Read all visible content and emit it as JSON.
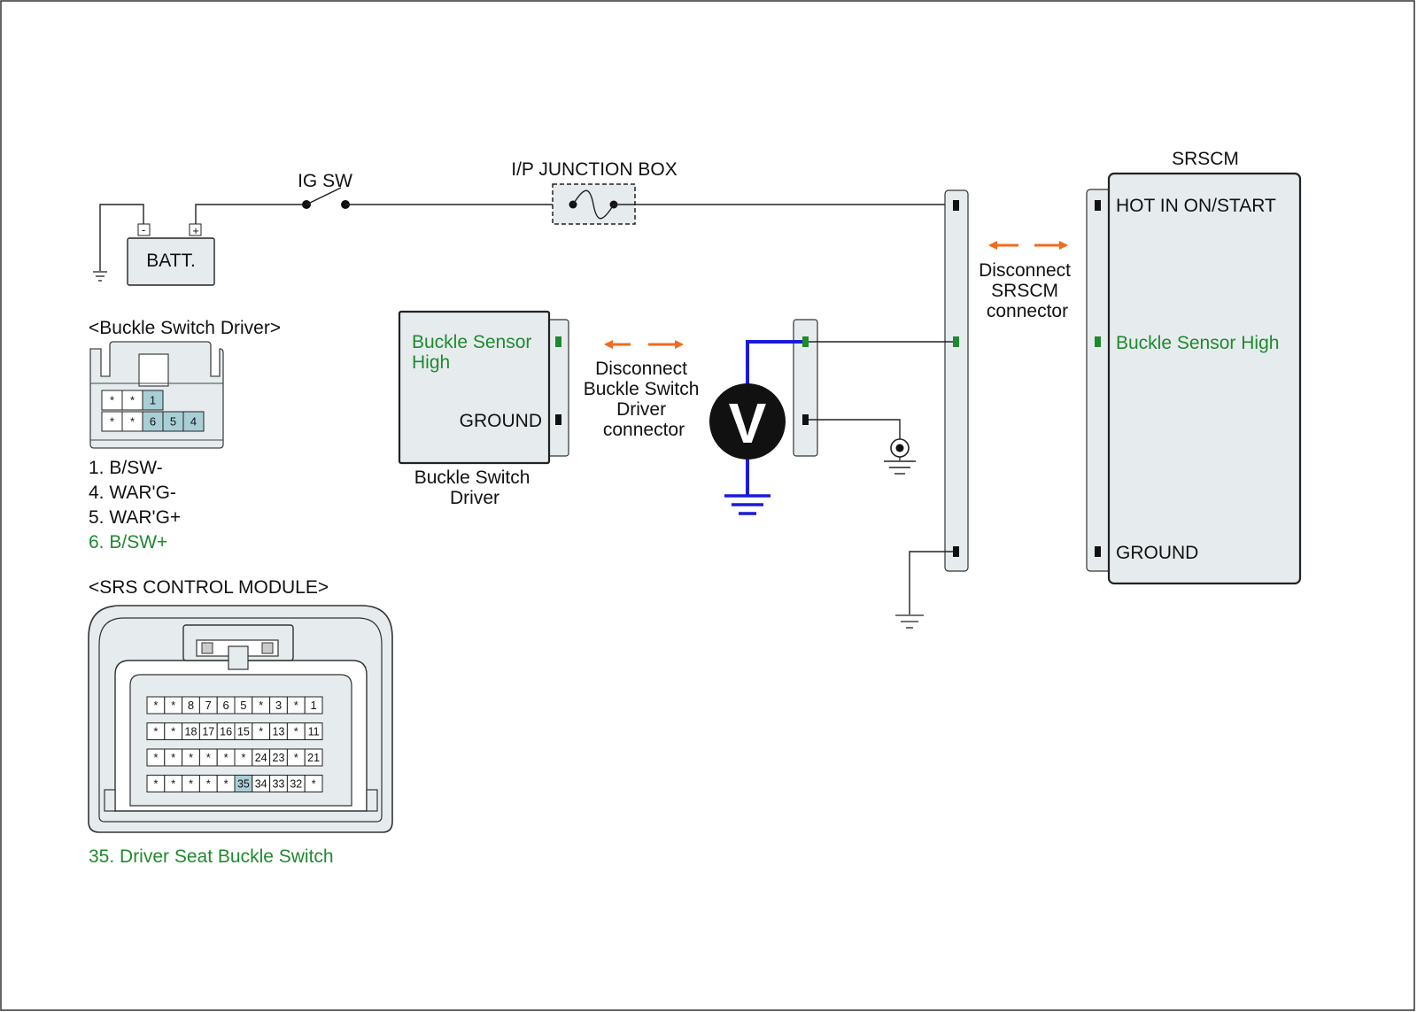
{
  "diagram": {
    "labels": {
      "batt": "BATT.",
      "batt_minus": "-",
      "batt_plus": "+",
      "ig_sw": "IG SW",
      "junction_box": "I/P JUNCTION BOX",
      "srscm_title": "SRSCM",
      "srscm_hot": "HOT IN ON/START",
      "srscm_buckle": "Buckle Sensor High",
      "srscm_ground": "GROUND",
      "disconnect_srscm": [
        "Disconnect",
        "SRSCM",
        "connector"
      ],
      "bsd_buckle": [
        "Buckle Sensor",
        "High"
      ],
      "bsd_ground": "GROUND",
      "bsd_name": [
        "Buckle Switch",
        "Driver"
      ],
      "disconnect_bsd": [
        "Disconnect",
        "Buckle Switch",
        "Driver",
        "connector"
      ],
      "voltmeter": "V"
    },
    "buckle_connector": {
      "title": "<Buckle Switch Driver>",
      "row1": [
        {
          "t": "*",
          "h": false
        },
        {
          "t": "*",
          "h": false
        },
        {
          "t": "1",
          "h": true
        }
      ],
      "row2": [
        {
          "t": "*",
          "h": false
        },
        {
          "t": "*",
          "h": false
        },
        {
          "t": "6",
          "h": true
        },
        {
          "t": "5",
          "h": true
        },
        {
          "t": "4",
          "h": true
        }
      ],
      "pins": [
        {
          "text": "1. B/SW-",
          "green": false
        },
        {
          "text": "4. WAR'G-",
          "green": false
        },
        {
          "text": "5. WAR'G+",
          "green": false
        },
        {
          "text": "6. B/SW+",
          "green": true
        }
      ]
    },
    "srs_connector": {
      "title": "<SRS CONTROL MODULE>",
      "rows": [
        [
          "*",
          "*",
          "8",
          "7",
          "6",
          "5",
          "*",
          "3",
          "*",
          "1"
        ],
        [
          "*",
          "*",
          "18",
          "17",
          "16",
          "15",
          "*",
          "13",
          "*",
          "11"
        ],
        [
          "*",
          "*",
          "*",
          "*",
          "*",
          "*",
          "24",
          "23",
          "*",
          "21"
        ],
        [
          "*",
          "*",
          "*",
          "*",
          "*",
          "35",
          "34",
          "33",
          "32",
          "*"
        ]
      ],
      "highlight": "35",
      "note": "35. Driver Seat Buckle Switch"
    },
    "colors": {
      "green": "#1e8a2e",
      "blue": "#1a1adc",
      "orange": "#f26a1b",
      "panel": "#e6ecee",
      "pin_highlight": "#a9cfd6"
    }
  }
}
